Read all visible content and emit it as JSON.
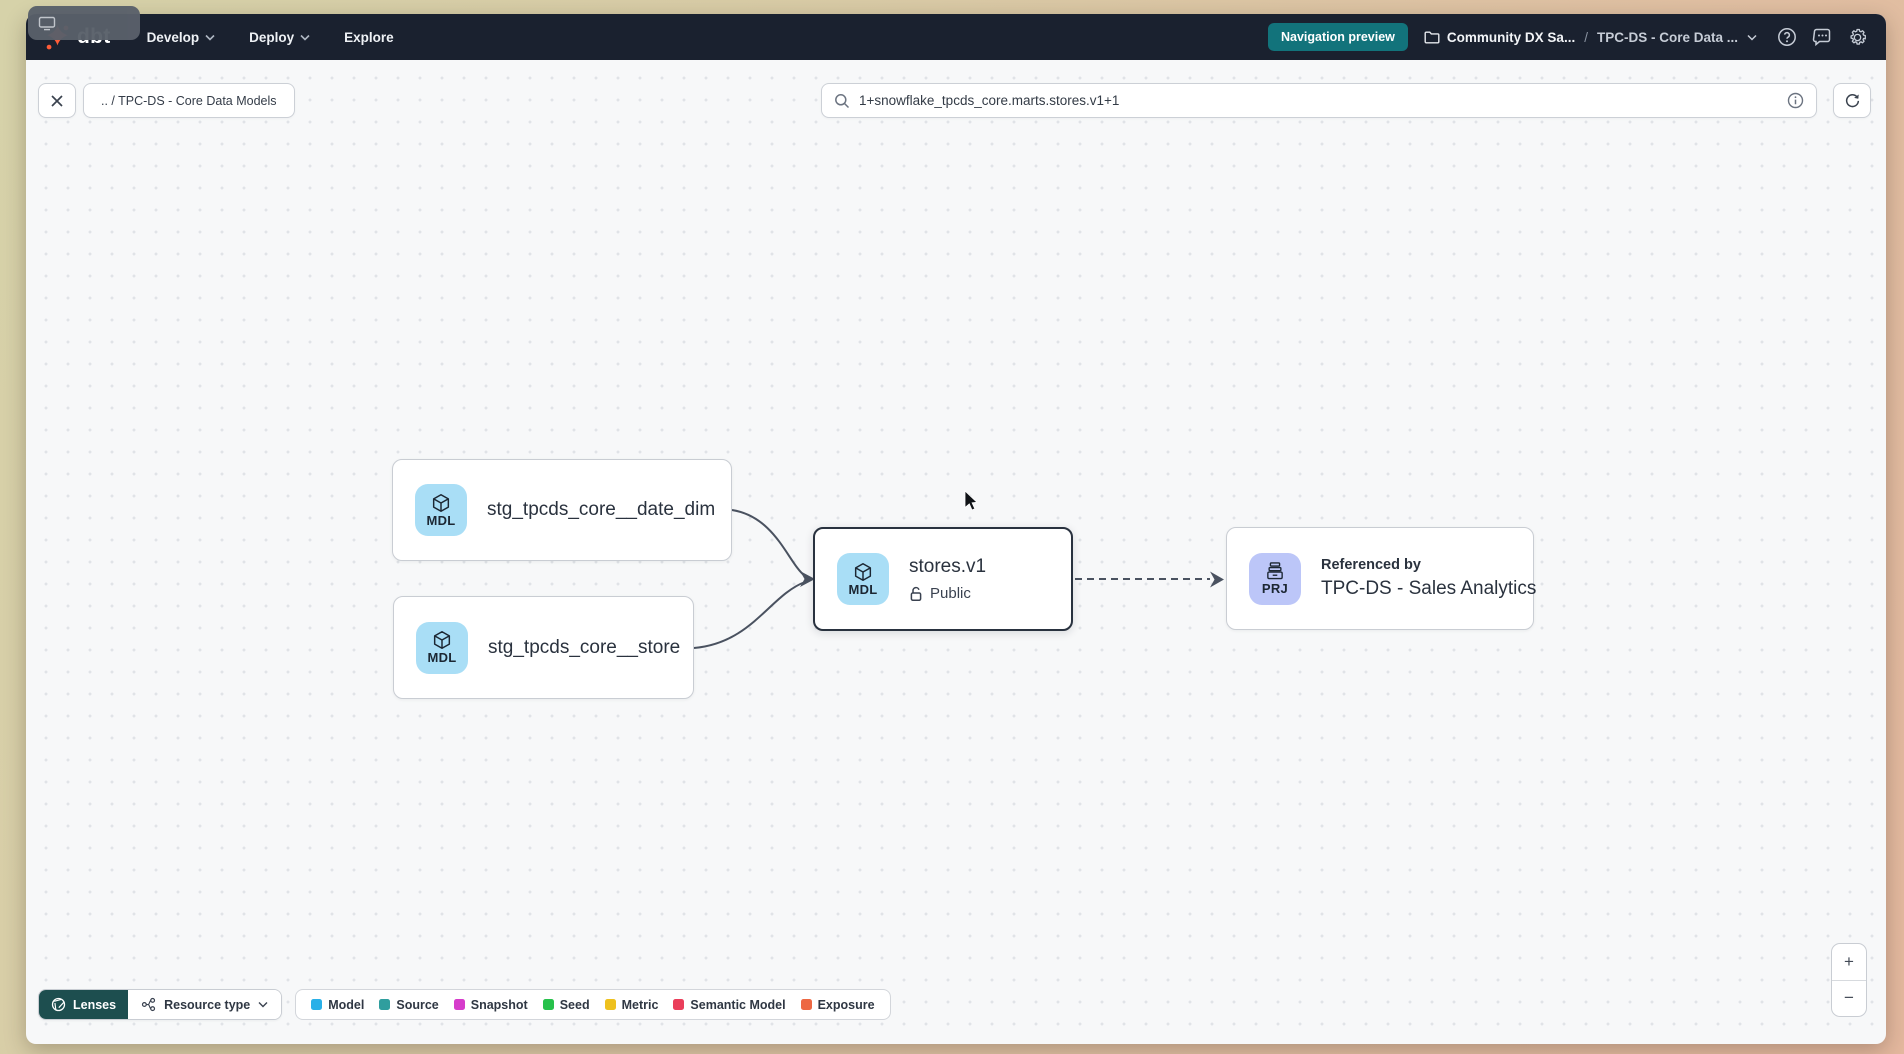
{
  "navbar": {
    "logo": "dbt",
    "nav_items": [
      {
        "label": "Develop",
        "chevron": true
      },
      {
        "label": "Deploy",
        "chevron": true
      },
      {
        "label": "Explore",
        "chevron": false
      }
    ],
    "preview_badge": "Navigation preview",
    "breadcrumb": {
      "account": "Community DX Sa...",
      "separator": "/",
      "project": "TPC-DS - Core Data ..."
    }
  },
  "toolbar": {
    "path_chip": ".. / TPC-DS - Core Data Models",
    "search_value": "1+snowflake_tpcds_core.marts.stores.v1+1"
  },
  "graph": {
    "nodes": {
      "date_dim": {
        "badge": "MDL",
        "title": "stg_tpcds_core__date_dim"
      },
      "store": {
        "badge": "MDL",
        "title": "stg_tpcds_core__store"
      },
      "stores_v1": {
        "badge": "MDL",
        "title": "stores.v1",
        "access": "Public",
        "selected": true
      },
      "referenced": {
        "badge": "PRJ",
        "subtitle": "Referenced by",
        "title": "TPC-DS - Sales Analytics"
      }
    }
  },
  "footer": {
    "lenses_label": "Lenses",
    "resource_type_label": "Resource type",
    "legend": [
      {
        "label": "Model",
        "color": "#29b0e8",
        "swatch_style": "background:#29b0e8"
      },
      {
        "label": "Source",
        "color": "#2f9e9e",
        "swatch_style": "background:#2f9e9e"
      },
      {
        "label": "Snapshot",
        "color": "#d63ccb",
        "swatch_style": "background:#d63ccb"
      },
      {
        "label": "Seed",
        "color": "#27c14b",
        "swatch_style": "background:#27c14b"
      },
      {
        "label": "Metric",
        "color": "#eec11e",
        "swatch_style": "background:#eec11e"
      },
      {
        "label": "Semantic Model",
        "color": "#ea3e5a",
        "swatch_style": "background:#ea3e5a"
      },
      {
        "label": "Exposure",
        "color": "#ed6843",
        "swatch_style": "background:#ed6843"
      }
    ]
  },
  "zoom_controls": {
    "zoom_in": "+",
    "zoom_out": "−"
  },
  "colors": {
    "navbar_bg": "#1a212f",
    "preview_badge_teal": "#12737b",
    "lenses_btn_teal": "#1d4e4f",
    "model_badge_bg": "#a9def6",
    "project_badge_bg": "#bcc6f8",
    "brand_orange": "#ff5c38",
    "edge_stroke": "#4a5260",
    "canvas_bg": "#f7f8f9"
  }
}
